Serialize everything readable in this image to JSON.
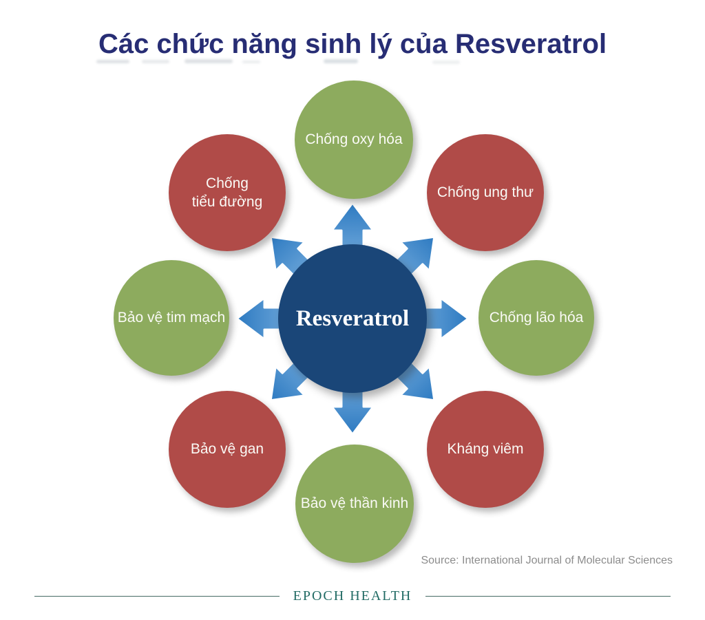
{
  "title": {
    "text": "Các chức năng sinh lý của Resveratrol",
    "color": "#272d74"
  },
  "diagram": {
    "center": {
      "label": "Resveratrol",
      "color": "navy"
    },
    "nodes": [
      {
        "id": "top",
        "label": "Chống oxy hóa",
        "color": "green"
      },
      {
        "id": "top-right",
        "label": "Chống ung thư",
        "color": "red"
      },
      {
        "id": "right",
        "label": "Chống lão hóa",
        "color": "green"
      },
      {
        "id": "bottom-right",
        "label": "Kháng viêm",
        "color": "red"
      },
      {
        "id": "bottom",
        "label": "Bảo vệ thần kinh",
        "color": "green"
      },
      {
        "id": "bottom-left",
        "label": "Bảo vệ gan",
        "color": "red"
      },
      {
        "id": "left",
        "label": "Bảo vệ tim mạch",
        "color": "green"
      },
      {
        "id": "top-left",
        "label": "Chống\ntiểu đường",
        "color": "red"
      }
    ],
    "colors": {
      "green": "#8dab5e",
      "red": "#b04b48",
      "navy": "#1a4678",
      "arrow_light": "#93c1e9",
      "arrow_dark": "#2d7ac1"
    }
  },
  "source": {
    "text": "Source: International Journal of Molecular Sciences",
    "color": "#8c8c8c"
  },
  "footer": {
    "brand": "EPOCH HEALTH",
    "color": "#216b64"
  }
}
